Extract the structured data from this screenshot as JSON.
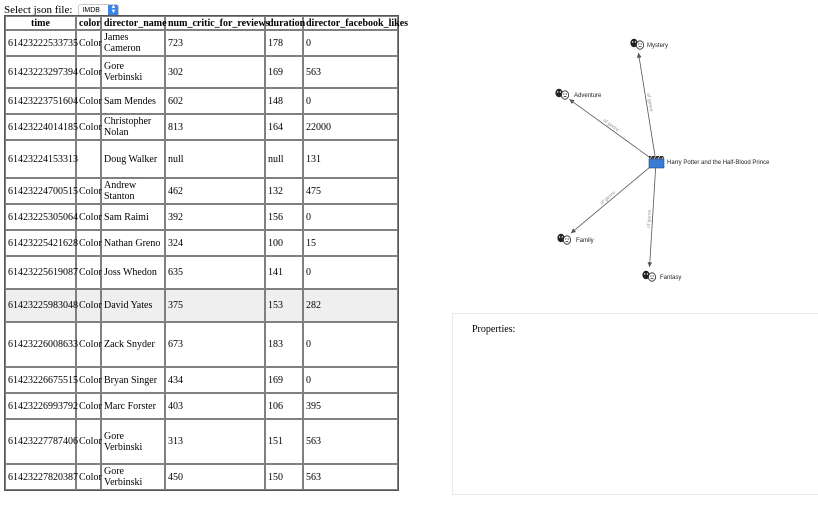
{
  "selector": {
    "label": "Select json file:",
    "value": "IMDB"
  },
  "table": {
    "columns": [
      "time",
      "color",
      "director_name",
      "num_critic_for_reviews",
      "duration",
      "director_facebook_likes"
    ],
    "rows": [
      [
        "61423222533735",
        "Color",
        "James Cameron",
        "723",
        "178",
        "0"
      ],
      [
        "61423223297394",
        "Color",
        "Gore Verbinski",
        "302",
        "169",
        "563"
      ],
      [
        "61423223751604",
        "Color",
        "Sam Mendes",
        "602",
        "148",
        "0"
      ],
      [
        "61423224014185",
        "Color",
        "Christopher Nolan",
        "813",
        "164",
        "22000"
      ],
      [
        "61423224153313",
        "",
        "Doug Walker",
        "null",
        "null",
        "131"
      ],
      [
        "61423224700515",
        "Color",
        "Andrew Stanton",
        "462",
        "132",
        "475"
      ],
      [
        "61423225305064",
        "Color",
        "Sam Raimi",
        "392",
        "156",
        "0"
      ],
      [
        "61423225421628",
        "Color",
        "Nathan Greno",
        "324",
        "100",
        "15"
      ],
      [
        "61423225619087",
        "Color",
        "Joss Whedon",
        "635",
        "141",
        "0"
      ],
      [
        "61423225983048",
        "Color",
        "David Yates",
        "375",
        "153",
        "282"
      ],
      [
        "61423226008633",
        "Color",
        "Zack Snyder",
        "673",
        "183",
        "0"
      ],
      [
        "61423226675515",
        "Color",
        "Bryan Singer",
        "434",
        "169",
        "0"
      ],
      [
        "61423226993792",
        "Color",
        "Marc Forster",
        "403",
        "106",
        "395"
      ],
      [
        "61423227787406",
        "Color",
        "Gore Verbinski",
        "313",
        "151",
        "563"
      ],
      [
        "61423227820387",
        "Color",
        "Gore Verbinski",
        "450",
        "150",
        "563"
      ]
    ],
    "selected_row_index": 9
  },
  "graph": {
    "center": {
      "label": "Harry Potter and the Half-Blood Prince",
      "icon": "movie-clapperboard-icon"
    },
    "nodes": [
      {
        "label": "Mystery",
        "icon": "theater-masks-icon",
        "edge_label": "of genre"
      },
      {
        "label": "Adventure",
        "icon": "theater-masks-icon",
        "edge_label": "of genre"
      },
      {
        "label": "Family",
        "icon": "theater-masks-icon",
        "edge_label": "of genre"
      },
      {
        "label": "Fantasy",
        "icon": "theater-masks-icon",
        "edge_label": "of genre"
      }
    ],
    "edge_color": "#555555",
    "center_color": "#3a7bd5"
  },
  "properties": {
    "title": "Properties:"
  }
}
